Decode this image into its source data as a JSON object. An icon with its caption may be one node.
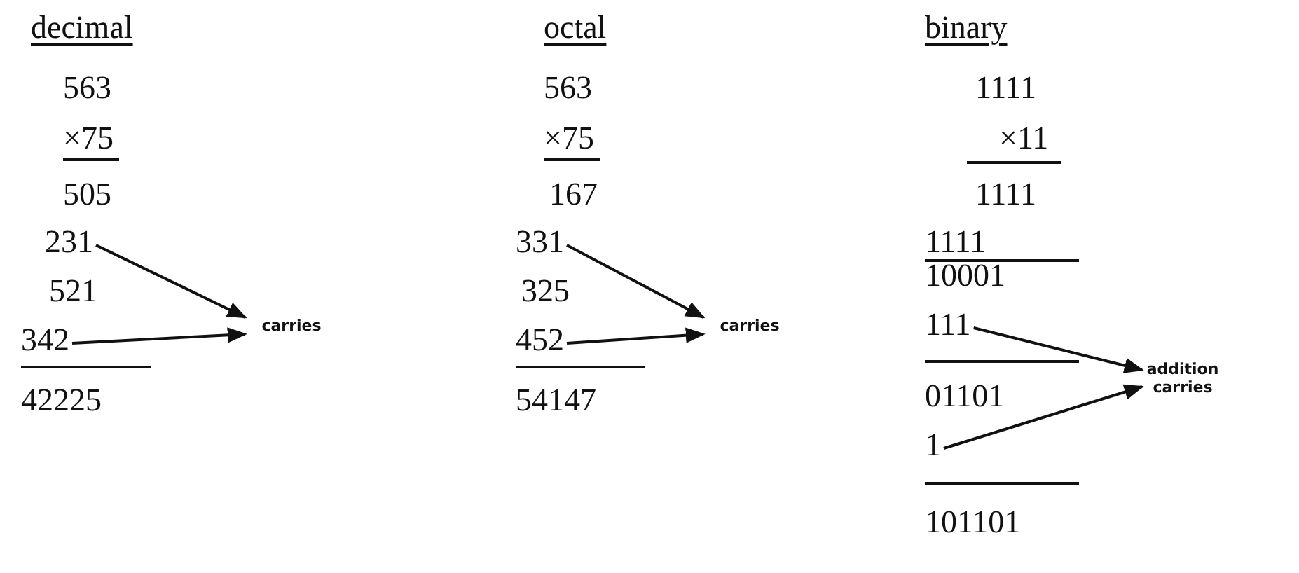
{
  "diagram": {
    "nodes": [
      {
        "text": [
          "231"
        ]
      },
      {
        "text": [
          "342"
        ]
      },
      {
        "text": [
          "carries"
        ]
      },
      {
        "text": [
          "331"
        ]
      },
      {
        "text": [
          "452"
        ]
      },
      {
        "text": [
          "carries"
        ]
      },
      {
        "text": [
          "111"
        ]
      },
      {
        "text": [
          "1"
        ]
      },
      {
        "text": [
          "addition carries"
        ]
      }
    ],
    "edges": [
      {
        "from": 0,
        "to": 2,
        "arrow": "to"
      },
      {
        "from": 1,
        "to": 2,
        "arrow": "to"
      },
      {
        "from": 3,
        "to": 5,
        "arrow": "to"
      },
      {
        "from": 4,
        "to": 5,
        "arrow": "to"
      },
      {
        "from": 6,
        "to": 8,
        "arrow": "to"
      },
      {
        "from": 7,
        "to": 8,
        "arrow": "to"
      }
    ],
    "labels": [
      "decimal",
      "563",
      "×75",
      "505",
      "521",
      "42225",
      "octal",
      "563",
      "×75",
      "167",
      "325",
      "54147",
      "binary",
      "1111",
      "×11",
      "1111",
      "1111",
      "10001",
      "01101",
      "101101"
    ]
  }
}
